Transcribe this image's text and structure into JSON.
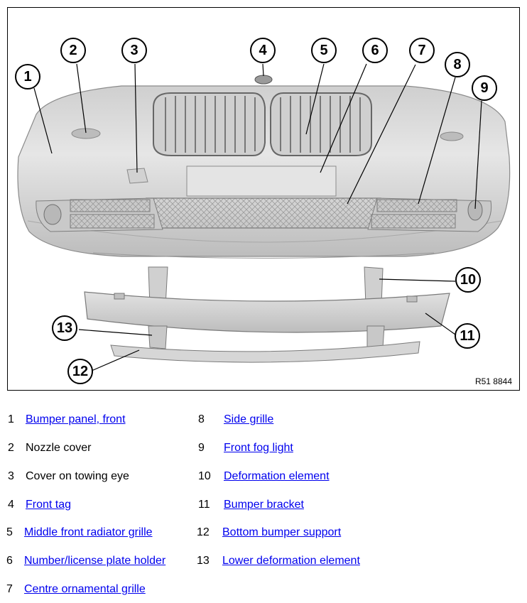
{
  "figure": {
    "code": "R51 8844",
    "callouts": [
      "1",
      "2",
      "3",
      "4",
      "5",
      "6",
      "7",
      "8",
      "9",
      "10",
      "11",
      "12",
      "13"
    ]
  },
  "legend": [
    {
      "num": "1",
      "label": "Bumper panel, front",
      "link": true
    },
    {
      "num": "2",
      "label": "Nozzle cover",
      "link": false
    },
    {
      "num": "3",
      "label": "Cover on towing eye",
      "link": false
    },
    {
      "num": "4",
      "label": "Front tag",
      "link": true
    },
    {
      "num": "5",
      "label": "Middle front radiator grille",
      "link": true
    },
    {
      "num": "6",
      "label": "Number/license plate holder",
      "link": true
    },
    {
      "num": "7",
      "label": "Centre ornamental grille",
      "link": true
    },
    {
      "num": "8",
      "label": "Side grille",
      "link": true
    },
    {
      "num": "9",
      "label": "Front fog light",
      "link": true
    },
    {
      "num": "10",
      "label": "Deformation element",
      "link": true
    },
    {
      "num": "11",
      "label": "Bumper bracket",
      "link": true
    },
    {
      "num": "12",
      "label": "Bottom bumper support",
      "link": true
    },
    {
      "num": "13",
      "label": "Lower deformation element",
      "link": true
    }
  ],
  "colors": {
    "link": "#0000ee",
    "part_fill": "#d9d9d9",
    "part_dark": "#b5b5b5"
  }
}
